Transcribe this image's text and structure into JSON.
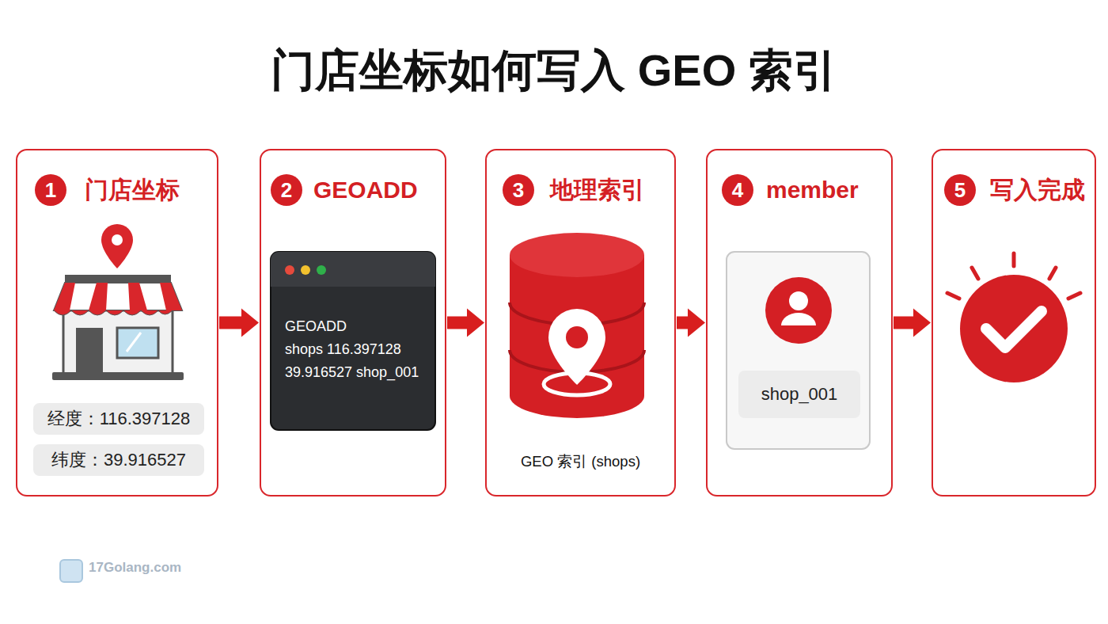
{
  "diagram": {
    "title": "门店坐标如何写入 GEO 索引",
    "nodes": [
      {
        "text": [
          "门店坐标"
        ]
      },
      {
        "text": [
          "1"
        ],
        "in": 0
      },
      {
        "text": [
          "经度：116.397128"
        ],
        "in": 0
      },
      {
        "text": [
          "纬度：39.916527"
        ],
        "in": 0
      },
      {
        "text": [
          "GEOADD"
        ]
      },
      {
        "text": [
          "2"
        ],
        "in": 4
      },
      {
        "text": [
          "GEOADD",
          "shops 116.397128 39.916527 shop_001"
        ],
        "in": 4
      },
      {
        "text": [
          "地理索引",
          "GEO 索引 (shops)"
        ]
      },
      {
        "text": [
          "3"
        ],
        "in": 7
      },
      {
        "text": [
          "member"
        ]
      },
      {
        "text": [
          "4"
        ],
        "in": 9
      },
      {
        "text": [
          "shop_001"
        ],
        "in": 9
      },
      {
        "text": [
          "写入完成"
        ]
      },
      {
        "text": [
          "5"
        ],
        "in": 12
      }
    ],
    "edges": [
      {
        "from": 0,
        "to": 4,
        "arrow": "to"
      },
      {
        "from": 4,
        "to": 7,
        "arrow": "to"
      },
      {
        "from": 7,
        "to": 9,
        "arrow": "to"
      },
      {
        "from": 9,
        "to": 12,
        "arrow": "to"
      }
    ],
    "labels": [
      "17Golang.com"
    ]
  }
}
